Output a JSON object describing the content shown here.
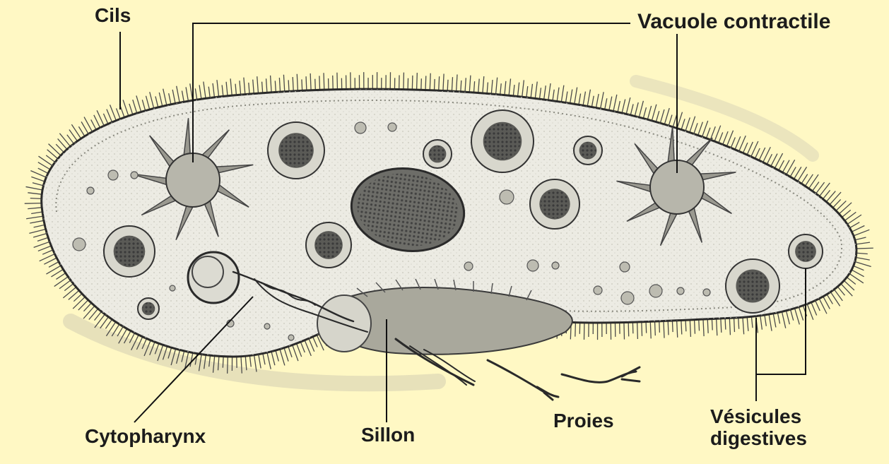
{
  "labels": {
    "cils": "Cils",
    "vacuole_contractile": "Vacuole contractile",
    "cytopharynx": "Cytopharynx",
    "sillon": "Sillon",
    "proies": "Proies",
    "vesicules_line1": "Vésicules",
    "vesicules_line2": "digestives"
  },
  "colors": {
    "background": "#fff8c4",
    "cell_fill": "#ecebe3",
    "cilia": "#4a4a4a",
    "outline": "#2a2a2a",
    "leader_line": "#111111",
    "label_text": "#1c1c1c"
  }
}
